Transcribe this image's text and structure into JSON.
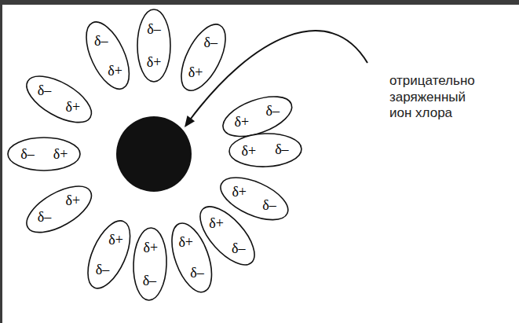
{
  "diagram": {
    "nodes": [
      {
        "text": [
          "δ–",
          "δ+"
        ]
      },
      {
        "text": [
          "δ–",
          "δ+"
        ]
      },
      {
        "text": [
          "δ–",
          "δ+"
        ]
      },
      {
        "text": [
          "δ–",
          "δ+"
        ]
      },
      {
        "text": [
          "δ+",
          "δ–"
        ]
      },
      {
        "text": [
          "δ+",
          "δ–"
        ]
      },
      {
        "text": [
          "δ+",
          "δ–"
        ]
      },
      {
        "text": [
          "δ+",
          "δ–"
        ]
      },
      {
        "text": [
          "δ+",
          "δ–"
        ]
      },
      {
        "text": [
          "δ+",
          "δ–"
        ]
      },
      {
        "text": [
          "δ+",
          "δ–"
        ]
      },
      {
        "text": [
          "δ–",
          "δ+"
        ]
      },
      {
        "text": [
          "δ–",
          "δ+"
        ]
      }
    ],
    "labels": [
      "отрицательно заряженный ион хлора"
    ]
  }
}
